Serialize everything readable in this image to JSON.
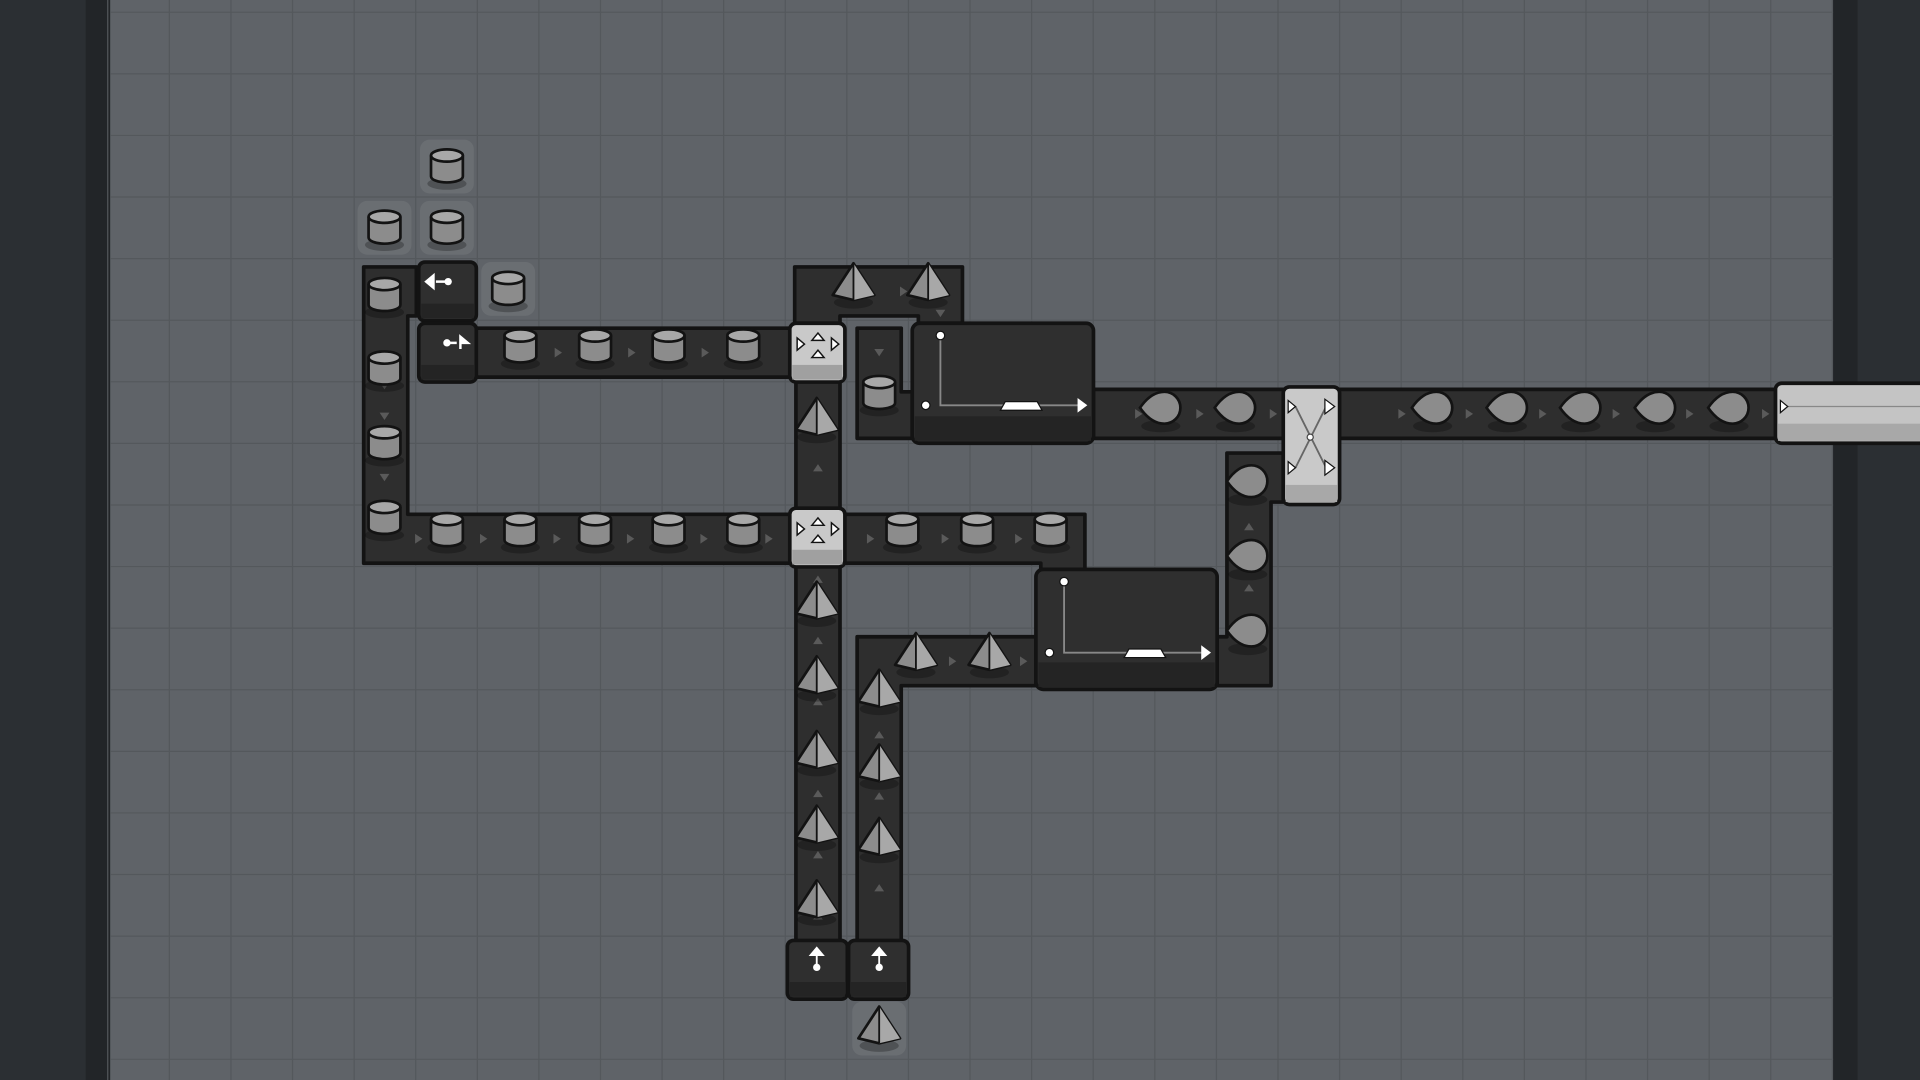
{
  "game": {
    "view": "factory-layout",
    "colors": {
      "background": "#2b2f33",
      "canvas": "#5f6368",
      "grid_line": "#54585c",
      "belt": "#2e2e2e",
      "outline": "#131313",
      "machine": "#2f2f2f",
      "splitter": "#c9c9c9",
      "shape_fill": "#8c8c8c",
      "shape_highlight": "#a8a8a8"
    },
    "shapes": [
      "cylinder",
      "pyramid",
      "drop"
    ],
    "buildings": [
      "extractor",
      "splitter",
      "processor",
      "swapper",
      "hub",
      "belt"
    ]
  }
}
